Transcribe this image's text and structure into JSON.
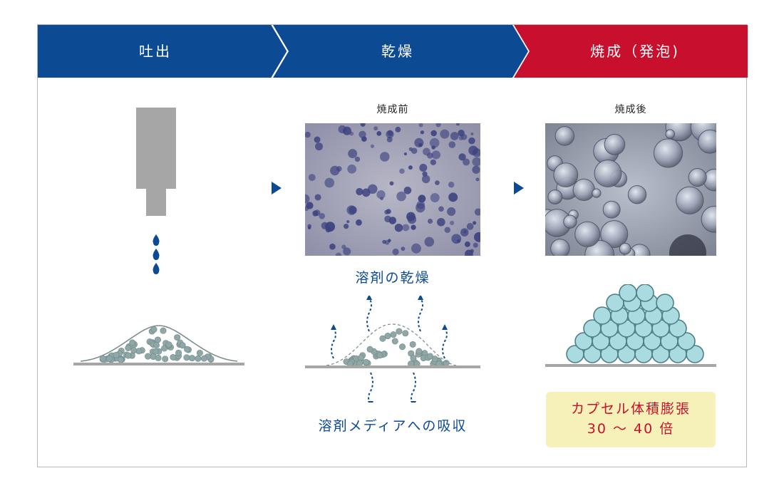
{
  "steps": [
    {
      "label": "吐出"
    },
    {
      "label": "乾燥"
    },
    {
      "label": "焼成（発泡)"
    }
  ],
  "captions": {
    "before": "焼成前",
    "after": "焼成後"
  },
  "annotations": {
    "solvent_drying": "溶剤の乾燥",
    "media_absorption": "溶剤メディアへの吸収"
  },
  "result": {
    "line1": "カプセル体積膨張",
    "line2": "30 〜 40 倍"
  },
  "colors": {
    "blue": "#0d4a94",
    "red": "#c8102e",
    "particle": "#8fa7a6",
    "capsule": "#a9dbe1",
    "badge_bg": "#f6f1b8"
  }
}
